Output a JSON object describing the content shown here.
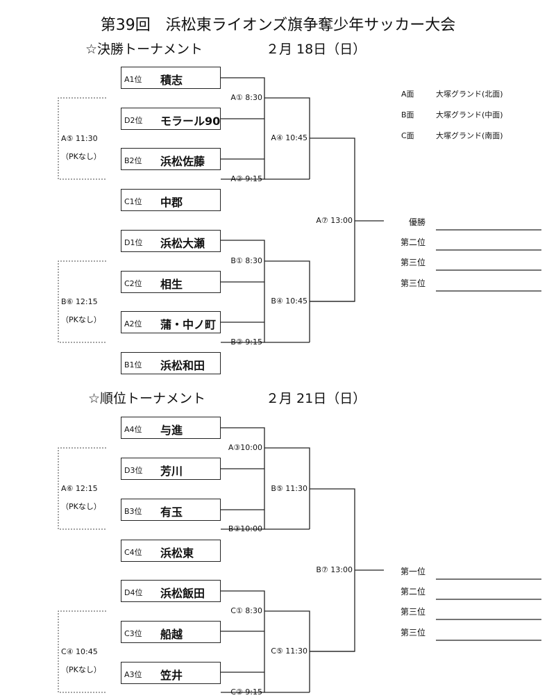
{
  "title": "第39回　浜松東ライオンズ旗争奪少年サッカー大会",
  "final_section": {
    "heading": "☆決勝トーナメント",
    "date": "２月 18日（日）",
    "teams": [
      {
        "rank": "A1位",
        "name": "積志"
      },
      {
        "rank": "D2位",
        "name": "モラール90"
      },
      {
        "rank": "B2位",
        "name": "浜松佐藤"
      },
      {
        "rank": "C1位",
        "name": "中郡"
      },
      {
        "rank": "D1位",
        "name": "浜松大瀬"
      },
      {
        "rank": "C2位",
        "name": "相生"
      },
      {
        "rank": "A2位",
        "name": "蒲・中ノ町"
      },
      {
        "rank": "B1位",
        "name": "浜松和田"
      }
    ],
    "matches": [
      "A① 8:30",
      "A② 9:15",
      "B① 8:30",
      "B② 9:15",
      "A④ 10:45",
      "B④ 10:45",
      "A⑦ 13:00"
    ],
    "side_matches": [
      {
        "label": "A⑤ 11:30",
        "note": "（PKなし）"
      },
      {
        "label": "B⑥ 12:15",
        "note": "（PKなし）"
      }
    ],
    "results": [
      "優勝",
      "第二位",
      "第三位",
      "第三位"
    ]
  },
  "legend": [
    {
      "code": "A面",
      "venue": "大塚グランド(北面)"
    },
    {
      "code": "B面",
      "venue": "大塚グランド(中面)"
    },
    {
      "code": "C面",
      "venue": "大塚グランド(南面)"
    }
  ],
  "ranking_section": {
    "heading": "☆順位トーナメント",
    "date": "２月 21日（日）",
    "teams": [
      {
        "rank": "A4位",
        "name": "与進"
      },
      {
        "rank": "D3位",
        "name": "芳川"
      },
      {
        "rank": "B3位",
        "name": "有玉"
      },
      {
        "rank": "C4位",
        "name": "浜松東"
      },
      {
        "rank": "D4位",
        "name": "浜松飯田"
      },
      {
        "rank": "C3位",
        "name": "船越"
      },
      {
        "rank": "A3位",
        "name": "笠井"
      }
    ],
    "matches": [
      "A③10:00",
      "B③10:00",
      "C① 8:30",
      "C② 9:15",
      "B⑤ 11:30",
      "C⑤ 11:30",
      "B⑦ 13:00"
    ],
    "side_matches": [
      {
        "label": "A⑥ 12:15",
        "note": "（PKなし）"
      },
      {
        "label": "C④ 10:45",
        "note": "（PKなし）"
      }
    ],
    "results": [
      "第一位",
      "第二位",
      "第三位",
      "第三位"
    ]
  }
}
